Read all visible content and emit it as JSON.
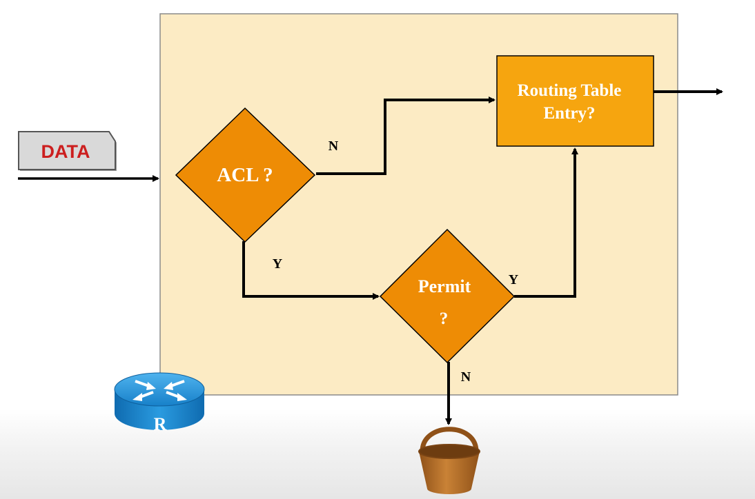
{
  "data_tag": {
    "label": "DATA"
  },
  "acl_decision": {
    "label": "ACL ?"
  },
  "permit_decision": {
    "line1": "Permit",
    "line2": "?"
  },
  "routing_box": {
    "line1": "Routing Table",
    "line2": "Entry?"
  },
  "edge_labels": {
    "acl_no": "N",
    "acl_yes": "Y",
    "permit_yes": "Y",
    "permit_no": "N"
  },
  "router_icon": {
    "letter": "R"
  },
  "colors": {
    "panel_fill": "#fcebc4",
    "panel_border": "#8a8a8a",
    "decision_fill": "#ee8c05",
    "routing_fill": "#f6a50f",
    "data_tag_fill": "#d9d9d9",
    "data_text": "#cc1f1f",
    "node_text": "#ffffff",
    "line": "#000000",
    "router_blue": "#1a8fd8",
    "bucket_brown": "#b5702a"
  }
}
